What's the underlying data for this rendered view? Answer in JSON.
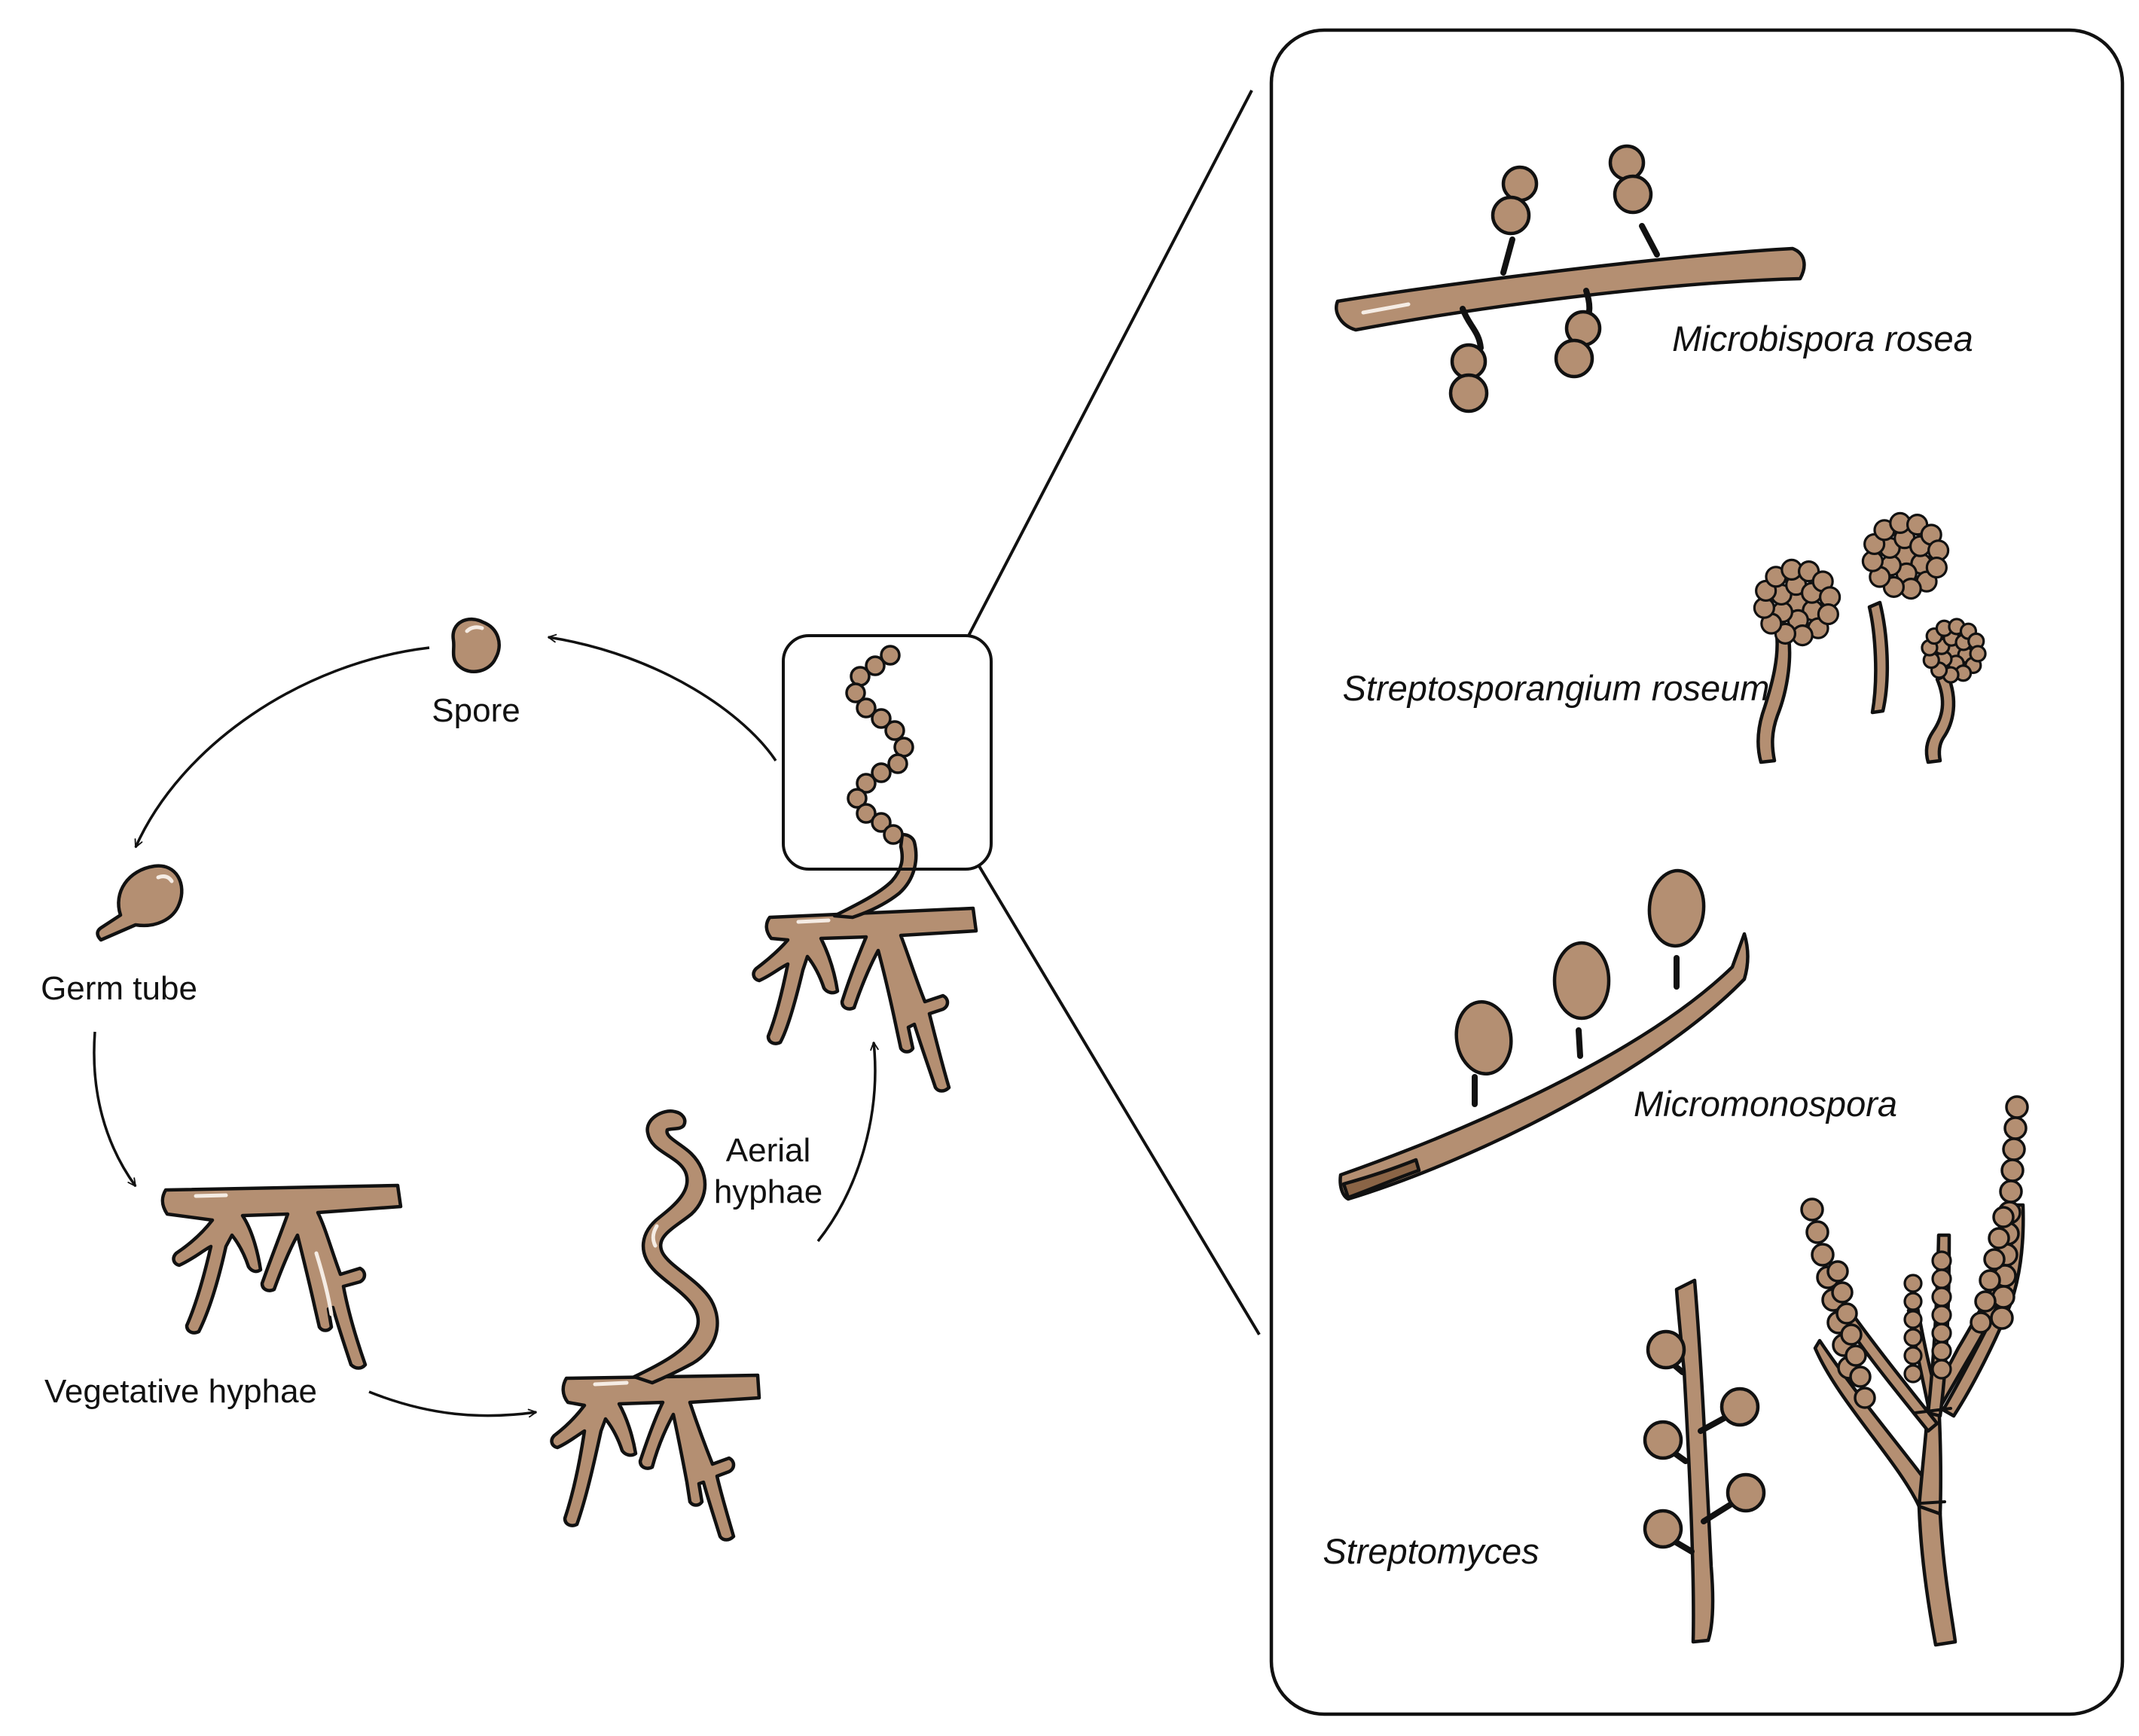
{
  "colors": {
    "fill": "#b48f72",
    "outline": "#111111",
    "shadow": "#8a6446",
    "highlight": "#f5ece4",
    "background": "#ffffff"
  },
  "cycle": {
    "spore": "Spore",
    "germ_tube": "Germ tube",
    "vegetative_hyphae": "Vegetative hyphae",
    "aerial_hyphae_line1": "Aerial",
    "aerial_hyphae_line2": "hyphae"
  },
  "panel": {
    "microbispora": "Microbispora rosea",
    "streptosporangium": "Streptosporangium roseum",
    "micromonospora": "Micromonospora",
    "streptomyces": "Streptomyces"
  }
}
